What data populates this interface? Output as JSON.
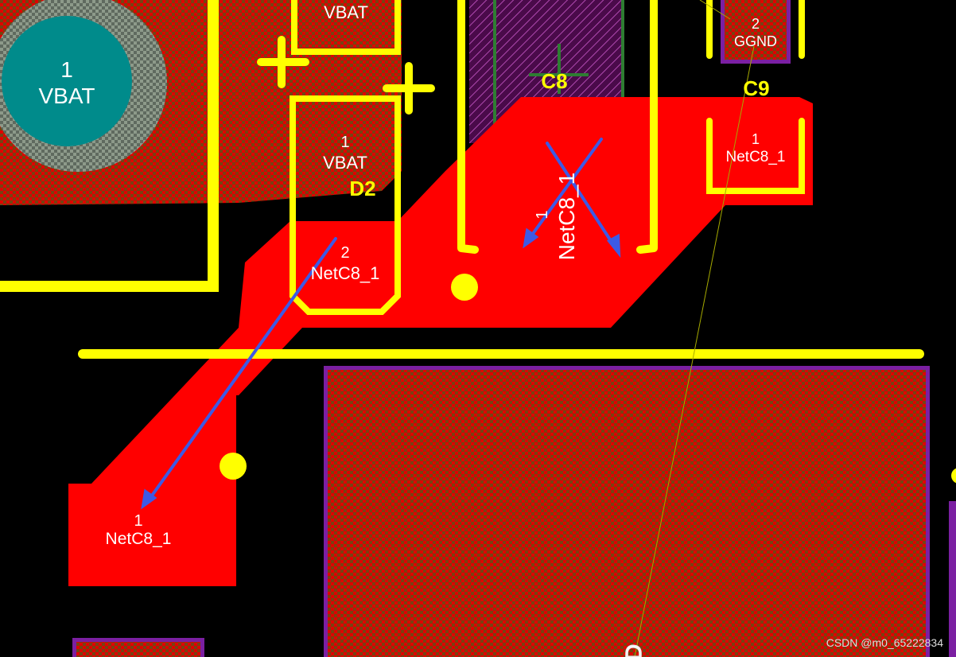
{
  "view": {
    "app": "PCB layout editor",
    "layer_colors": {
      "background": "#000000",
      "copper_top": "#ff0000",
      "silkscreen": "#ffff00",
      "ratsnest": "#3c5ae6",
      "pad_hatch": "#2e7d32",
      "keepout_outline": "#9c27b0",
      "via_pad": "#008b8b"
    }
  },
  "components": {
    "big_pad": {
      "number": "1",
      "net": "VBAT"
    },
    "vbat_top_pad": {
      "net": "VBAT"
    },
    "d2": {
      "designator": "D2",
      "pad1_number": "1",
      "pad1_net": "VBAT",
      "pad2_number": "2",
      "pad2_net": "NetC8_1"
    },
    "c8": {
      "designator": "C8",
      "pad1_number": "1",
      "pad1_net": "NetC8_1"
    },
    "c9": {
      "designator": "C9",
      "pad2_number": "2",
      "pad2_net": "GGND",
      "pad1_number": "1",
      "pad1_net": "NetC8_1"
    },
    "left_pad": {
      "number": "1",
      "net": "NetC8_1"
    },
    "partial_label": "D"
  },
  "watermark": "CSDN @m0_65222834"
}
